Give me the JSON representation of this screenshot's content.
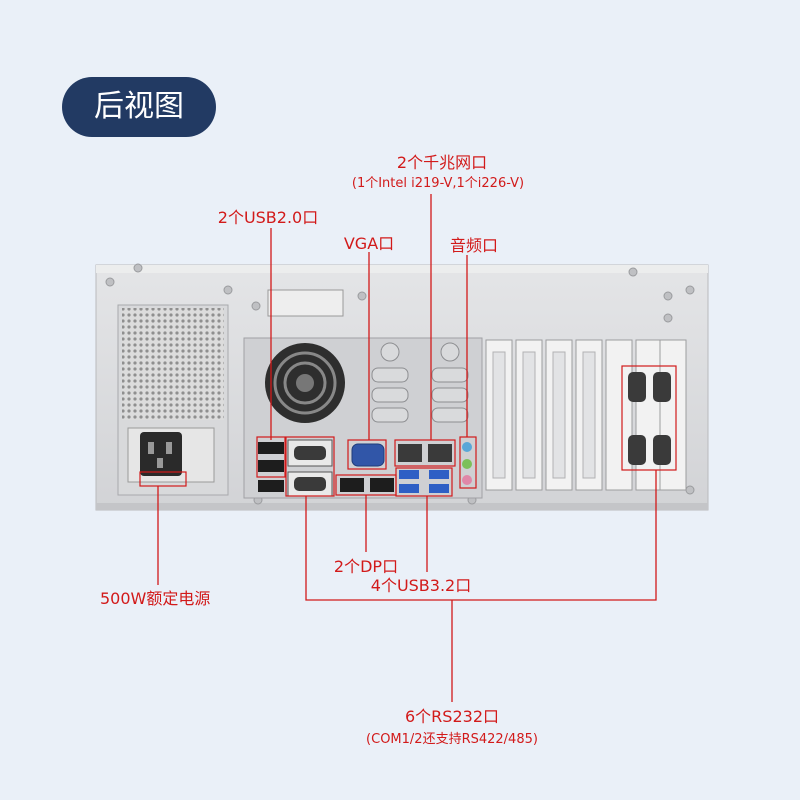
{
  "title": "后视图",
  "labels": {
    "lan": "2个千兆网口",
    "lan_sub": "(1个Intel i219-V,1个i226-V)",
    "usb2": "2个USB2.0口",
    "vga": "VGA口",
    "audio": "音频口",
    "psu": "500W额定电源",
    "dp": "2个DP口",
    "usb3": "4个USB3.2口",
    "rs232": "6个RS232口",
    "rs232_sub": "(COM1/2还支持RS422/485)"
  },
  "colors": {
    "badge": "#223a63",
    "label": "#d21a1a",
    "background": "#eaf0f8",
    "chassis": "#dedfe1"
  }
}
